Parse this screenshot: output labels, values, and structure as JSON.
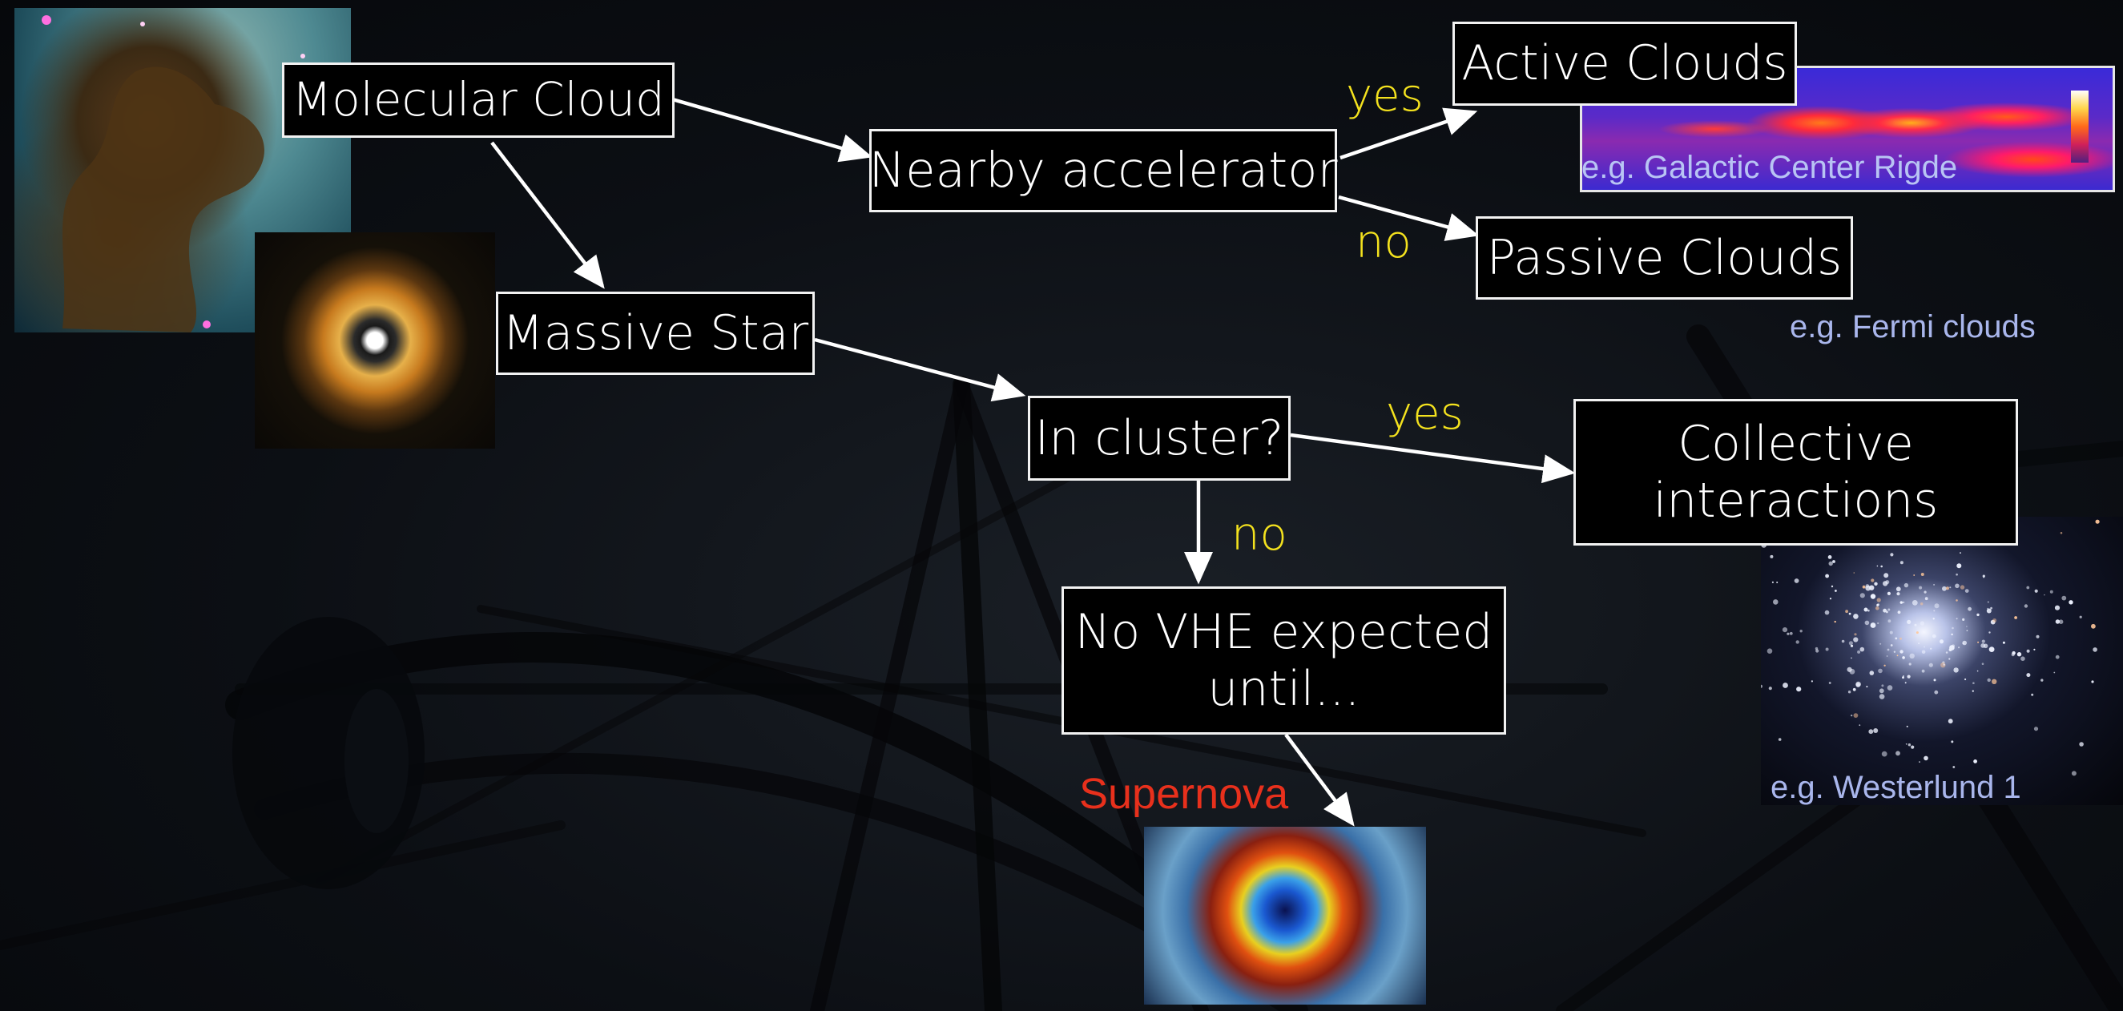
{
  "nodes": {
    "molecular_cloud": "Molecular Cloud",
    "nearby_accelerator": "Nearby accelerator",
    "active_clouds": "Active Clouds",
    "passive_clouds": "Passive Clouds",
    "massive_star": "Massive Star",
    "in_cluster": "In cluster?",
    "collective_line1": "Collective",
    "collective_line2": "interactions",
    "no_vhe_line1": "No VHE expected",
    "no_vhe_line2": "until..."
  },
  "edge_labels": {
    "active_yes": "yes",
    "passive_no": "no",
    "cluster_yes": "yes",
    "cluster_no": "no"
  },
  "captions": {
    "galactic_center": "e.g. Galactic Center Rigde",
    "fermi_clouds": "e.g. Fermi clouds",
    "westerlund": "e.g. Westerlund 1"
  },
  "supernova_label": "Supernova",
  "icons": {
    "eagle_nebula": "nebula-image",
    "massive_star": "star-glow-image",
    "galactic_center_map": "heatmap-image",
    "star_cluster": "star-cluster-image",
    "supernova": "supernova-remnant-image",
    "telescope": "telescope-silhouette"
  },
  "colors": {
    "box_border": "#f2f2f2",
    "box_fill": "#000000",
    "edge_label": "#f4e21e",
    "caption": "#a9b6ec",
    "supernova": "#e8301c"
  }
}
